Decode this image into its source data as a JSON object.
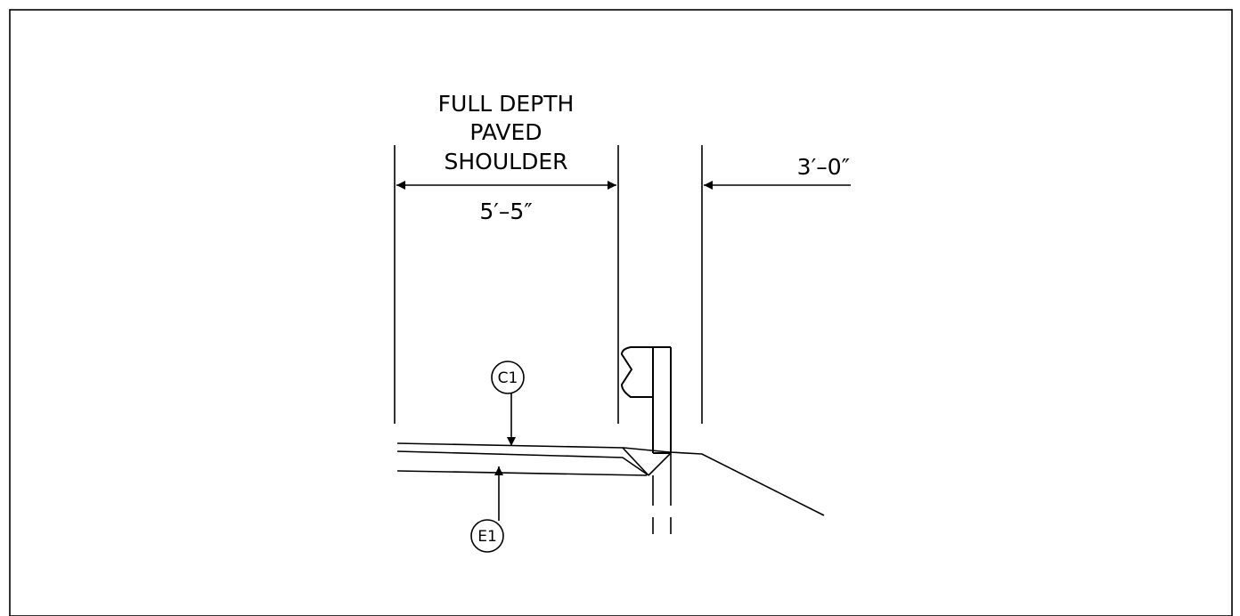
{
  "labels": {
    "title_line1": "FULL DEPTH",
    "title_line2": "PAVED",
    "title_line3": "SHOULDER",
    "dim_shoulder": "5′–5″",
    "dim_offset": "3′–0″"
  },
  "callouts": {
    "c1": "C1",
    "e1": "E1"
  }
}
